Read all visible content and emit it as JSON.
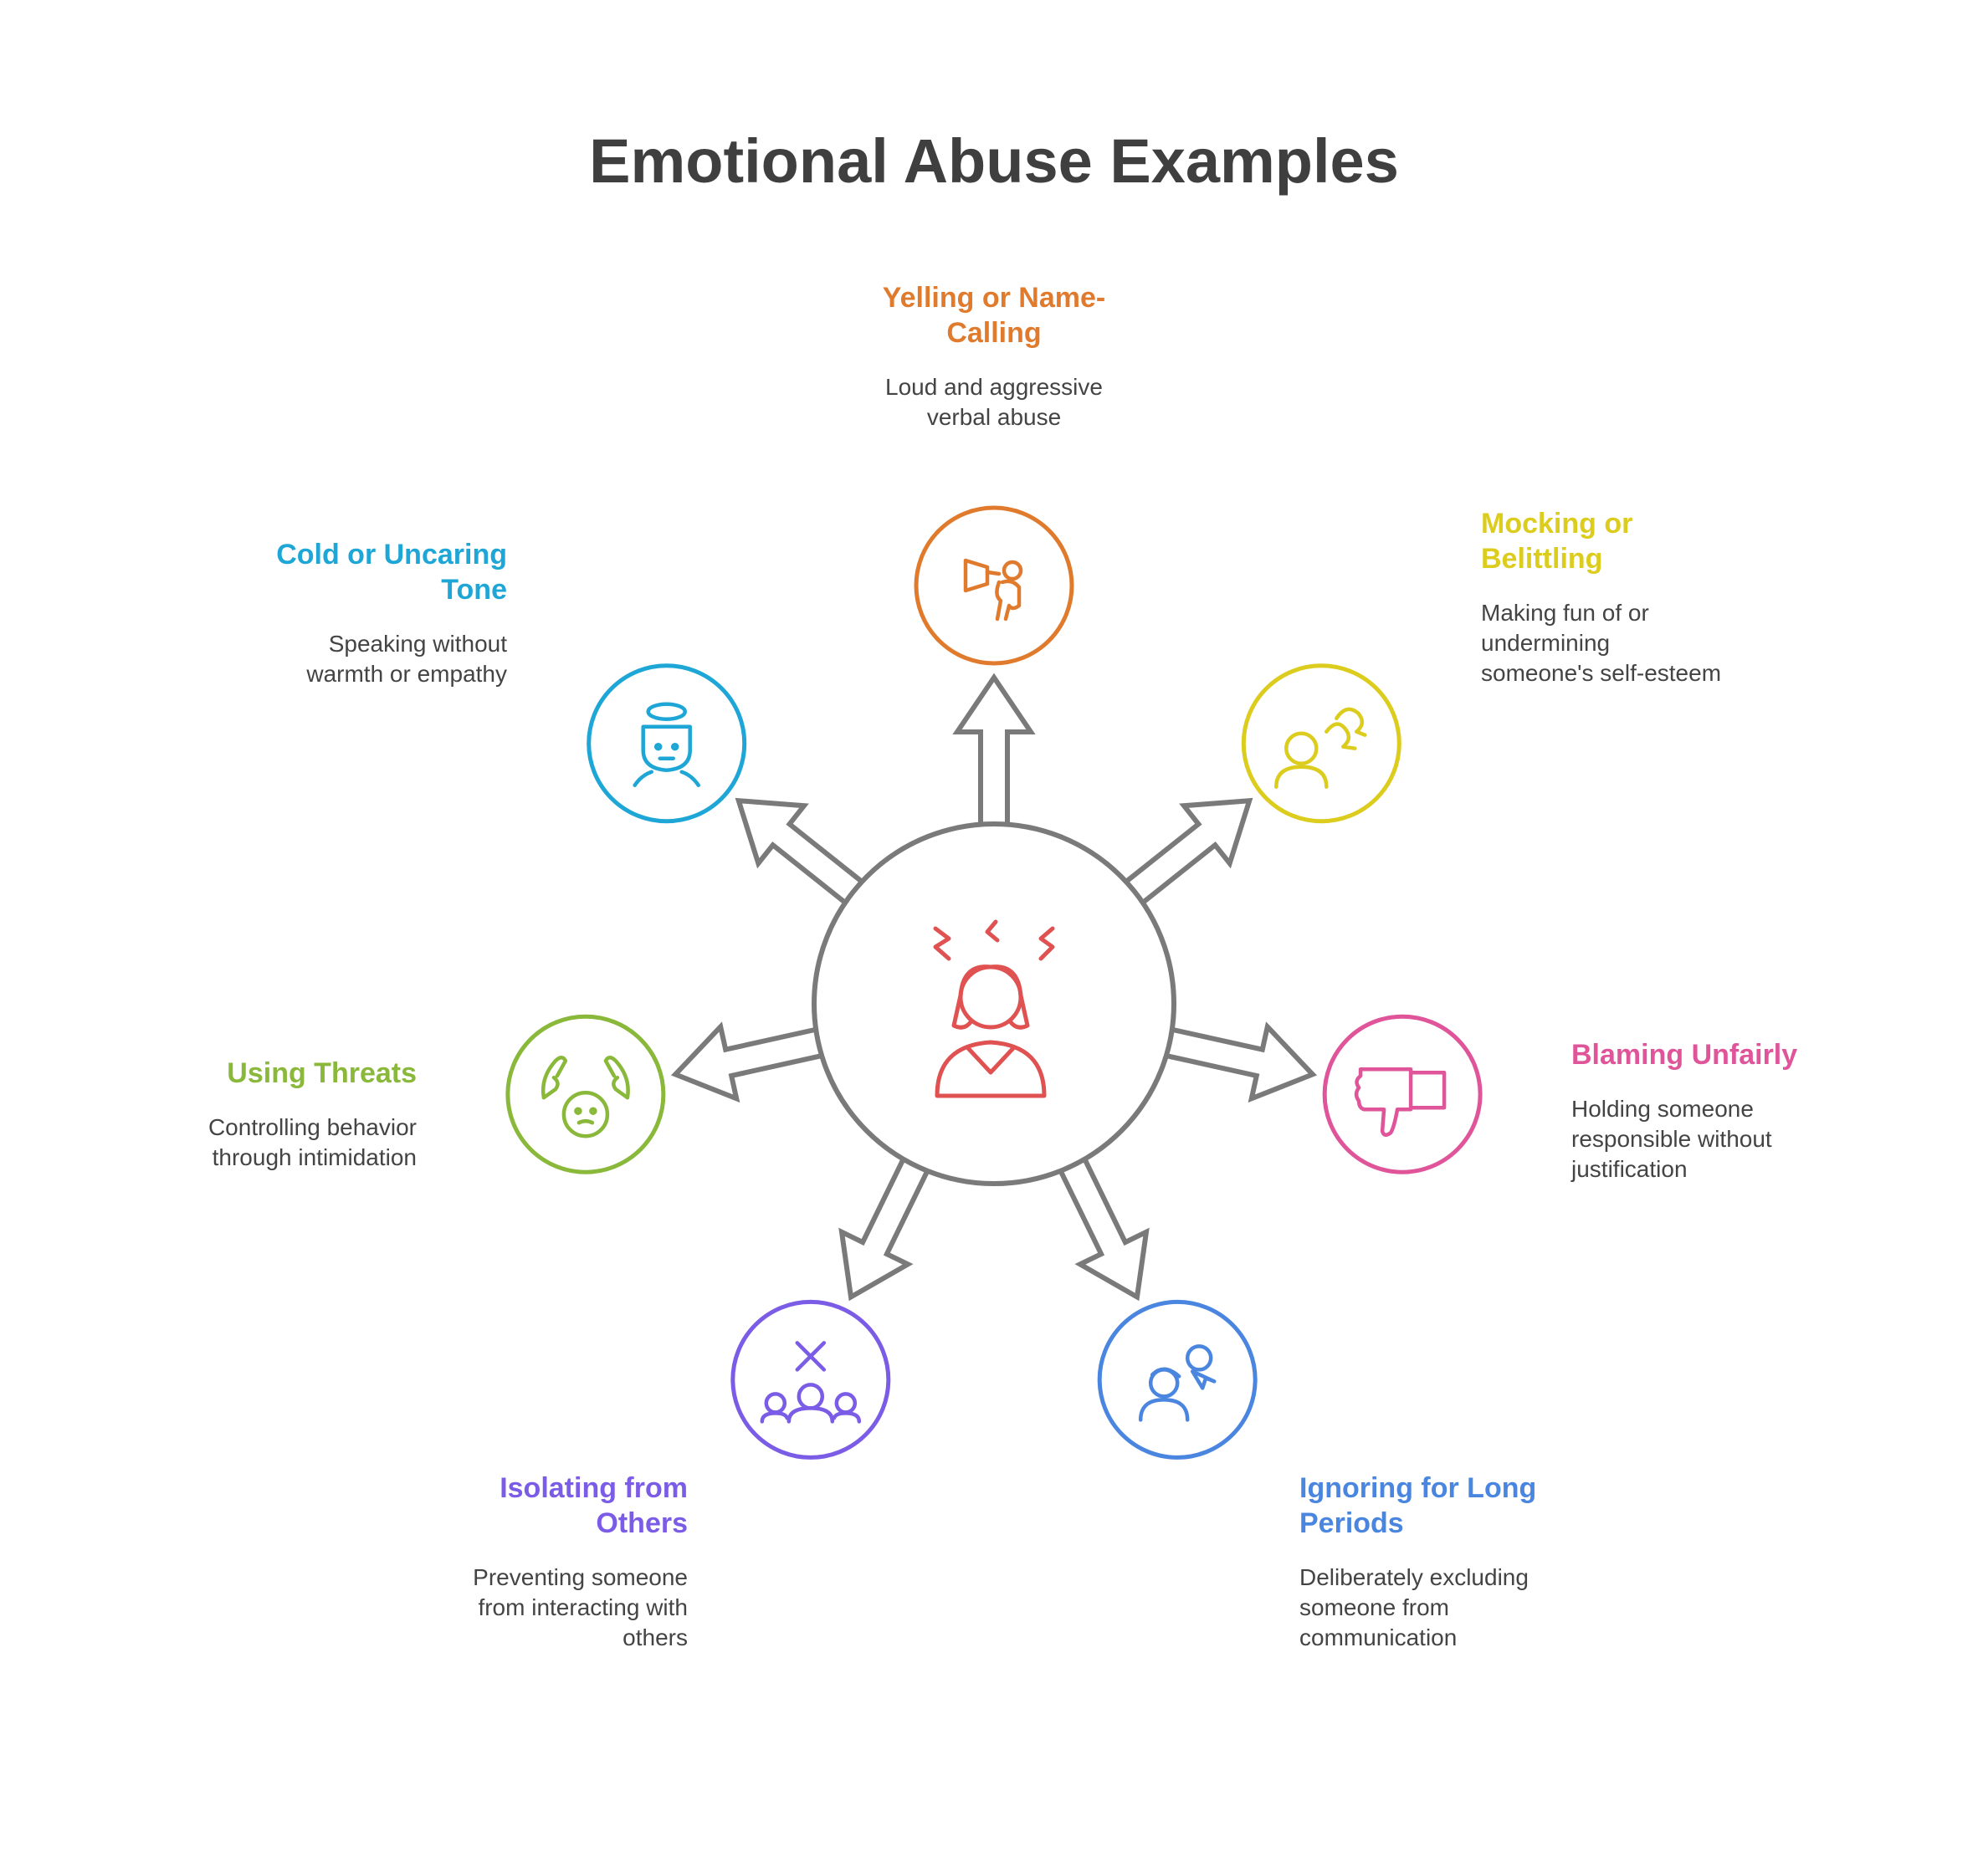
{
  "title": "Emotional Abuse Examples",
  "center": {
    "icon": "angry-person-icon",
    "color": "#e05252"
  },
  "items": [
    {
      "key": "yelling",
      "title": "Yelling or Name-\nCalling",
      "description": "Loud and aggressive\nverbal abuse",
      "color": "#e07b2e",
      "icon": "megaphone-person-icon"
    },
    {
      "key": "mocking",
      "title": "Mocking or\nBelittling",
      "description": "Making fun of or\nundermining\nsomeone's self-esteem",
      "color": "#dccc1e",
      "icon": "mocking-person-icon"
    },
    {
      "key": "blaming",
      "title": "Blaming Unfairly",
      "description": "Holding someone\nresponsible without\njustification",
      "color": "#e0559a",
      "icon": "thumbs-down-icon"
    },
    {
      "key": "ignoring",
      "title": "Ignoring for Long\nPeriods",
      "description": "Deliberately excluding\nsomeone from\ncommunication",
      "color": "#4a86e0",
      "icon": "ignoring-people-icon"
    },
    {
      "key": "isolating",
      "title": "Isolating from\nOthers",
      "description": "Preventing someone\nfrom interacting with\nothers",
      "color": "#7b5ce6",
      "icon": "isolated-group-icon"
    },
    {
      "key": "threats",
      "title": "Using Threats",
      "description": "Controlling behavior\nthrough intimidation",
      "color": "#8ab83a",
      "icon": "threatening-hands-icon"
    },
    {
      "key": "cold",
      "title": "Cold or Uncaring\nTone",
      "description": "Speaking without\nwarmth or empathy",
      "color": "#1ea6d6",
      "icon": "cold-face-icon"
    }
  ]
}
